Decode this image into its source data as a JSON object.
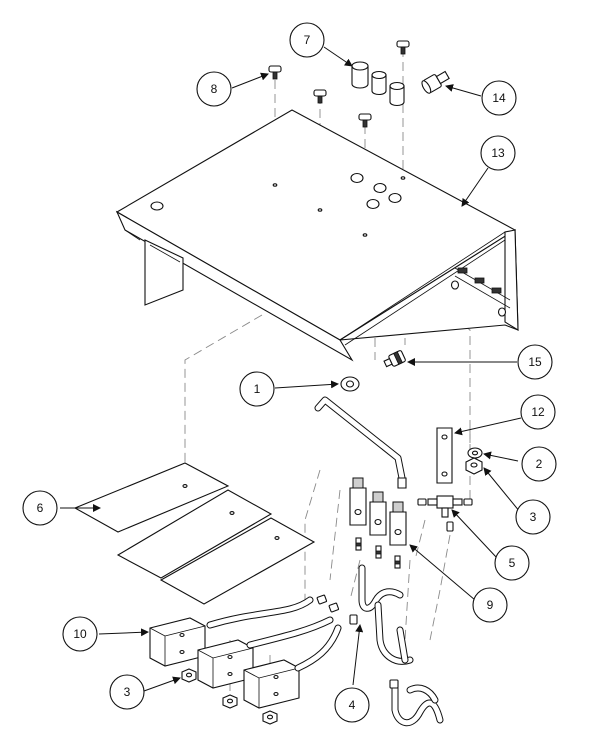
{
  "callouts": {
    "c1": "1",
    "c2": "2",
    "c3a": "3",
    "c3b": "3",
    "c4": "4",
    "c5": "5",
    "c6": "6",
    "c7": "7",
    "c8": "8",
    "c9": "9",
    "c10": "10",
    "c12": "12",
    "c13": "13",
    "c14": "14",
    "c15": "15"
  }
}
